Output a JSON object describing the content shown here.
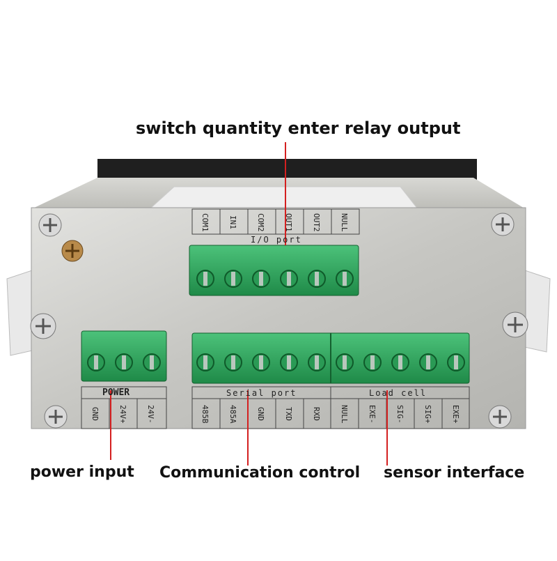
{
  "callouts": {
    "top": "switch quantity enter relay output",
    "power": "power input",
    "communication": "Communication control",
    "sensor": "sensor interface"
  },
  "io_port": {
    "title": "I/O port",
    "pins": [
      "COM1",
      "IN1",
      "COM2",
      "OUT1",
      "OUT2",
      "NULL"
    ]
  },
  "power": {
    "title": "POWER",
    "pins": [
      "GND",
      "24V+",
      "24V-"
    ]
  },
  "serial_port": {
    "title": "Serial port",
    "pins": [
      "485B",
      "485A",
      "GND",
      "TXD",
      "RXD"
    ]
  },
  "load_cell": {
    "title": "Load cell",
    "pins": [
      "NULL",
      "EXE-",
      "SIG-",
      "SIG+",
      "EXE+"
    ]
  },
  "colors": {
    "terminal_green": "#2fa35a",
    "callout_line": "#d42020",
    "panel": "#c9c9c6"
  }
}
